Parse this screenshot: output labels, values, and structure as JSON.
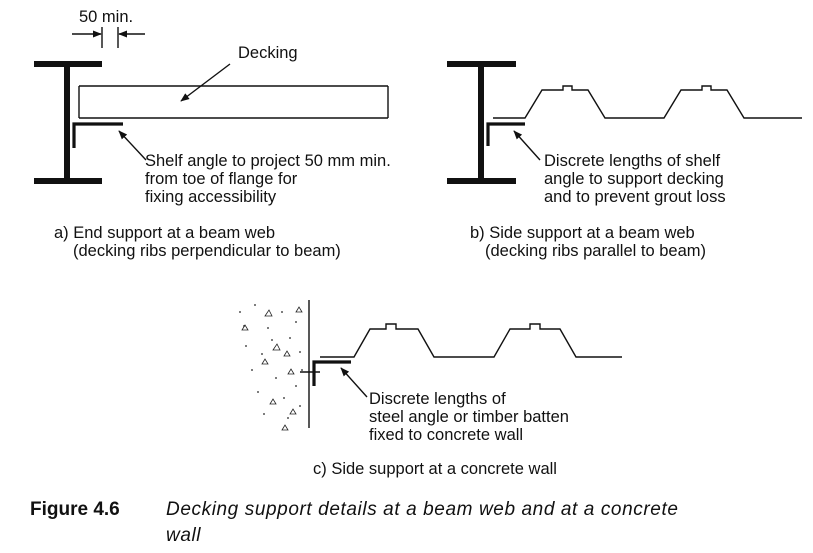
{
  "diagram_a": {
    "dimension_label": "50 min.",
    "decking_label": "Decking",
    "shelf_note": [
      "Shelf angle to project 50 mm min.",
      "from toe of flange for",
      "fixing accessibility"
    ],
    "caption": [
      "a) End support at a beam web",
      "(decking ribs perpendicular to beam)"
    ]
  },
  "diagram_b": {
    "note": [
      "Discrete lengths of shelf",
      "angle to support decking",
      "and to prevent grout loss"
    ],
    "caption": [
      "b) Side support at a beam web",
      "(decking ribs parallel to beam)"
    ]
  },
  "diagram_c": {
    "note": [
      "Discrete lengths of",
      "steel angle or timber batten",
      "fixed to concrete wall"
    ],
    "caption": "c) Side support at a concrete wall"
  },
  "figure": {
    "number": "Figure 4.6",
    "title_line1": "Decking support details at a beam web and at a concrete",
    "title_line2": "wall"
  }
}
